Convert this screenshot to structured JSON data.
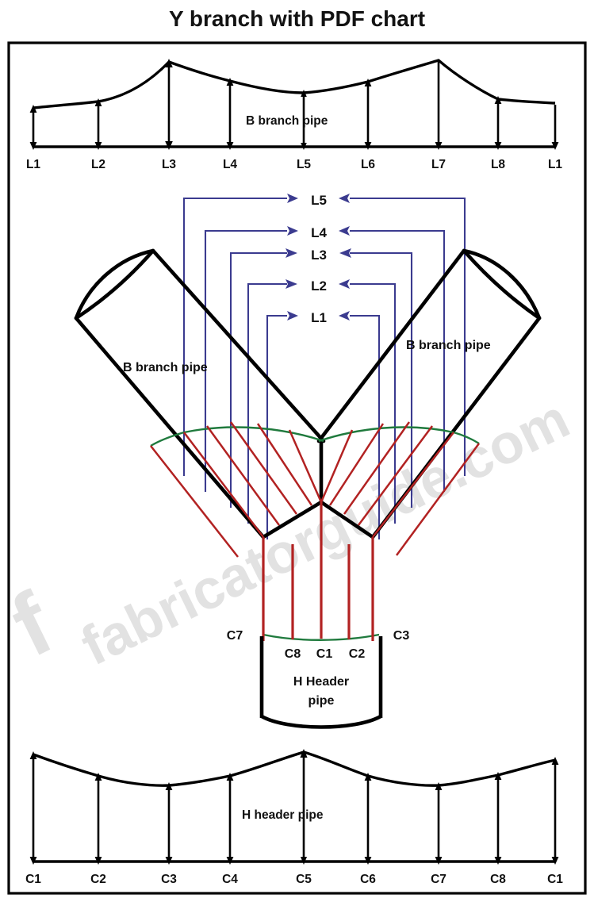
{
  "page": {
    "title": "Y branch with PDF chart",
    "watermark": "fabricatorguide.com",
    "colors": {
      "outline": "#000000",
      "leader": "#3b3b8f",
      "red_generator": "#b22222",
      "green_saddle": "#1f7a3d",
      "watermark": "#e2e2e2",
      "background": "#ffffff"
    }
  },
  "top_chart_caption": "B branch pipe",
  "bottom_chart_caption": "H header pipe",
  "branch_left_caption": "B branch pipe",
  "branch_right_caption": "B branch pipe",
  "header_pipe_caption_line1": "H Header",
  "header_pipe_caption_line2": "pipe",
  "leader_labels": [
    "L1",
    "L2",
    "L3",
    "L4",
    "L5"
  ],
  "header_point_labels": {
    "c7": "C7",
    "c8": "C8",
    "c1": "C1",
    "c2": "C2",
    "c3": "C3"
  },
  "chart_data": [
    {
      "type": "line",
      "title": "B branch pipe",
      "name": "top-branch-development-chart",
      "xlabel": "",
      "ylabel": "",
      "grid": false,
      "legend": false,
      "categories": [
        "L1",
        "L2",
        "L3",
        "L4",
        "L5",
        "L6",
        "L7",
        "L8",
        "L1"
      ],
      "x": [
        42,
        124,
        213,
        290,
        383,
        464,
        553,
        628,
        700
      ],
      "values": [
        49,
        57,
        107,
        83,
        68,
        82,
        109,
        60,
        55
      ],
      "baseline_y": 185,
      "ylim": [
        0,
        120
      ],
      "annotation": "B branch pipe"
    },
    {
      "type": "line",
      "title": "H header pipe",
      "name": "bottom-header-development-chart",
      "xlabel": "",
      "ylabel": "",
      "grid": false,
      "legend": false,
      "categories": [
        "C1",
        "C2",
        "C3",
        "C4",
        "C5",
        "C6",
        "C7",
        "C8",
        "C1"
      ],
      "x": [
        42,
        124,
        213,
        290,
        383,
        464,
        553,
        628,
        700
      ],
      "values": [
        135,
        108,
        96,
        108,
        138,
        108,
        96,
        109,
        128
      ],
      "baseline_y": 1086,
      "ylim": [
        0,
        150
      ],
      "annotation": "H header pipe"
    }
  ]
}
